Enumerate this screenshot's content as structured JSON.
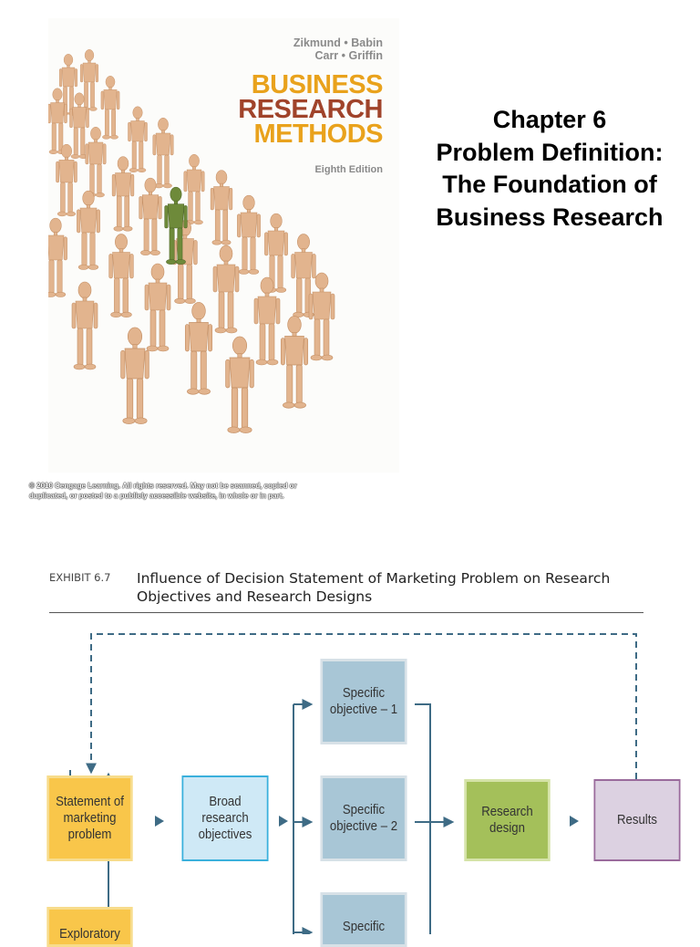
{
  "slide1": {
    "cover": {
      "authors_line1": "Zikmund • Babin",
      "authors_line2": "Carr • Griffin",
      "title_line1": "BUSINESS",
      "title_line2": "RESEARCH",
      "title_line3": "METHODS",
      "edition": "Eighth Edition"
    },
    "copyright": "© 2010 Cengage Learning. All rights reserved. May not be scanned, copied or duplicated, or posted to a publicly accessible website, in whole or in part.",
    "chapter_title_lines": [
      "Chapter 6",
      "Problem Definition:",
      "The Foundation of",
      "Business Research"
    ]
  },
  "slide2": {
    "exhibit_label": "EXHIBIT 6.7",
    "exhibit_title": "Influence of Decision Statement of Marketing Problem on Research Objectives and Research Designs",
    "boxes": {
      "statement": [
        "Statement of",
        "marketing",
        "problem"
      ],
      "broad": [
        "Broad",
        "research",
        "objectives"
      ],
      "spec1": [
        "Specific",
        "objective – 1"
      ],
      "spec2": [
        "Specific",
        "objective – 2"
      ],
      "spec3": [
        "Specific"
      ],
      "design": [
        "Research",
        "design"
      ],
      "results": [
        "Results"
      ],
      "exploratory": [
        "Exploratory"
      ]
    },
    "colors": {
      "statement_fill": "#f9c64a",
      "statement_border": "#f7dc8c",
      "broad_fill": "#cfe9f6",
      "broad_border": "#3ab0dc",
      "spec_fill": "#a8c6d6",
      "spec_border": "#d7e1e7",
      "design_fill": "#a4c05a",
      "design_border": "#d5e3a8",
      "results_fill": "#dcd1e1",
      "results_border": "#9a6b9c",
      "line": "#3e6b85"
    }
  }
}
